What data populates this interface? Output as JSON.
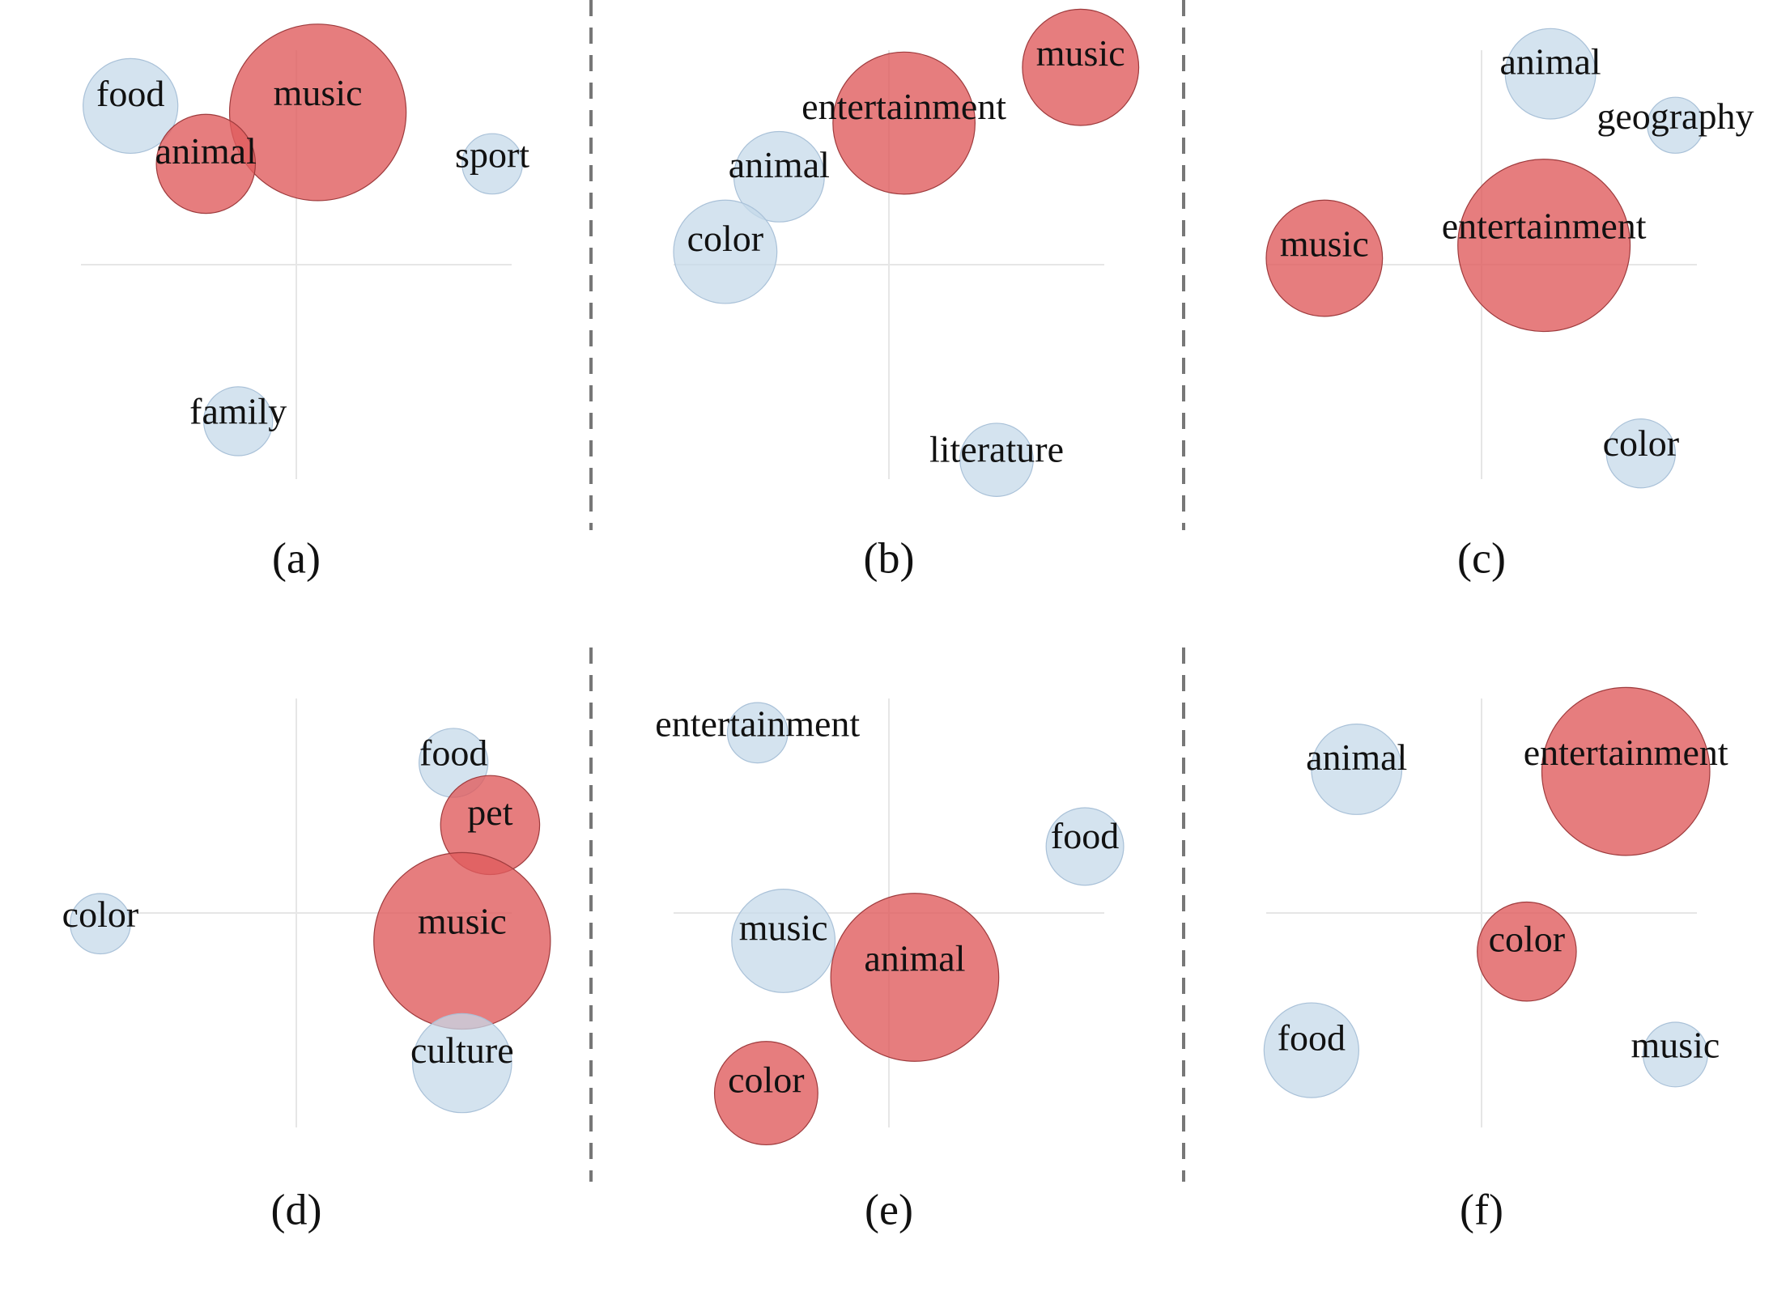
{
  "colors": {
    "highlight": "#e05c5e",
    "normal": "#c6d9ea",
    "bubble_stroke_highlight": "#9e3b3d",
    "bubble_stroke_normal": "#a9c1d8"
  },
  "chart_data": [
    {
      "type": "scatter",
      "panel_label": "(a)",
      "xlim": [
        -1,
        1
      ],
      "ylim": [
        -1,
        1
      ],
      "grid": false,
      "points": [
        {
          "label": "food",
          "x": -0.77,
          "y": 0.74,
          "size": 0.22,
          "highlight": false
        },
        {
          "label": "music",
          "x": 0.1,
          "y": 0.71,
          "size": 0.41,
          "highlight": true
        },
        {
          "label": "animal",
          "x": -0.42,
          "y": 0.47,
          "size": 0.23,
          "highlight": true
        },
        {
          "label": "sport",
          "x": 0.91,
          "y": 0.47,
          "size": 0.14,
          "highlight": false
        },
        {
          "label": "family",
          "x": -0.27,
          "y": -0.73,
          "size": 0.16,
          "highlight": false
        }
      ]
    },
    {
      "type": "scatter",
      "panel_label": "(b)",
      "xlim": [
        -1,
        1
      ],
      "ylim": [
        -1,
        1
      ],
      "grid": false,
      "points": [
        {
          "label": "music",
          "x": 0.89,
          "y": 0.92,
          "size": 0.27,
          "highlight": true
        },
        {
          "label": "entertainment",
          "x": 0.07,
          "y": 0.66,
          "size": 0.33,
          "highlight": true
        },
        {
          "label": "animal",
          "x": -0.51,
          "y": 0.41,
          "size": 0.21,
          "highlight": false
        },
        {
          "label": "color",
          "x": -0.76,
          "y": 0.06,
          "size": 0.24,
          "highlight": false
        },
        {
          "label": "literature",
          "x": 0.5,
          "y": -0.91,
          "size": 0.17,
          "highlight": false
        }
      ]
    },
    {
      "type": "scatter",
      "panel_label": "(c)",
      "xlim": [
        -1,
        1
      ],
      "ylim": [
        -1,
        1
      ],
      "grid": false,
      "points": [
        {
          "label": "animal",
          "x": 0.32,
          "y": 0.89,
          "size": 0.21,
          "highlight": false
        },
        {
          "label": "geography",
          "x": 0.9,
          "y": 0.65,
          "size": 0.13,
          "highlight": false
        },
        {
          "label": "entertainment",
          "x": 0.29,
          "y": 0.09,
          "size": 0.4,
          "highlight": true
        },
        {
          "label": "music",
          "x": -0.73,
          "y": 0.03,
          "size": 0.27,
          "highlight": true
        },
        {
          "label": "color",
          "x": 0.74,
          "y": -0.88,
          "size": 0.16,
          "highlight": false
        }
      ]
    },
    {
      "type": "scatter",
      "panel_label": "(d)",
      "xlim": [
        -1,
        1
      ],
      "ylim": [
        -1,
        1
      ],
      "grid": false,
      "points": [
        {
          "label": "food",
          "x": 0.73,
          "y": 0.7,
          "size": 0.16,
          "highlight": false
        },
        {
          "label": "pet",
          "x": 0.9,
          "y": 0.41,
          "size": 0.23,
          "highlight": true
        },
        {
          "label": "color",
          "x": -0.91,
          "y": -0.05,
          "size": 0.14,
          "highlight": false
        },
        {
          "label": "music",
          "x": 0.77,
          "y": -0.13,
          "size": 0.41,
          "highlight": true
        },
        {
          "label": "culture",
          "x": 0.77,
          "y": -0.7,
          "size": 0.23,
          "highlight": false
        }
      ]
    },
    {
      "type": "scatter",
      "panel_label": "(e)",
      "xlim": [
        -1,
        1
      ],
      "ylim": [
        -1,
        1
      ],
      "grid": false,
      "points": [
        {
          "label": "entertainment",
          "x": -0.61,
          "y": 0.84,
          "size": 0.14,
          "highlight": false
        },
        {
          "label": "food",
          "x": 0.91,
          "y": 0.31,
          "size": 0.18,
          "highlight": false
        },
        {
          "label": "music",
          "x": -0.49,
          "y": -0.13,
          "size": 0.24,
          "highlight": false
        },
        {
          "label": "animal",
          "x": 0.12,
          "y": -0.3,
          "size": 0.39,
          "highlight": true
        },
        {
          "label": "color",
          "x": -0.57,
          "y": -0.84,
          "size": 0.24,
          "highlight": true
        }
      ]
    },
    {
      "type": "scatter",
      "panel_label": "(f)",
      "xlim": [
        -1,
        1
      ],
      "ylim": [
        -1,
        1
      ],
      "grid": false,
      "points": [
        {
          "label": "animal",
          "x": -0.58,
          "y": 0.67,
          "size": 0.21,
          "highlight": false
        },
        {
          "label": "entertainment",
          "x": 0.67,
          "y": 0.66,
          "size": 0.39,
          "highlight": true
        },
        {
          "label": "color",
          "x": 0.21,
          "y": -0.18,
          "size": 0.23,
          "highlight": true
        },
        {
          "label": "food",
          "x": -0.79,
          "y": -0.64,
          "size": 0.22,
          "highlight": false
        },
        {
          "label": "music",
          "x": 0.9,
          "y": -0.66,
          "size": 0.15,
          "highlight": false
        }
      ]
    }
  ]
}
